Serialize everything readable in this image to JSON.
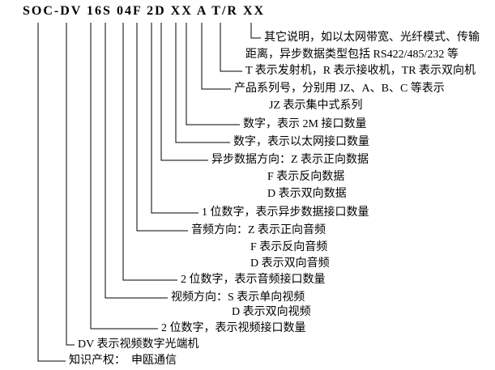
{
  "diagram": {
    "model_code": "SOC-DV 16S 04F 2D XX A T/R XX",
    "line_color": "#000000",
    "background": "#ffffff",
    "annotations": {
      "other_line1": "其它说明，如以太网带宽、光纤模式、传输",
      "other_line2": "距离，异步数据类型包括 RS422/485/232 等",
      "transceiver": "T 表示发射机，R 表示接收机，TR 表示双向机",
      "series": "产品系列号，分别用 JZ、A、B、C 等表示",
      "series_jz": "JZ 表示集中式系列",
      "e1_count": "数字，表示 2M 接口数量",
      "ethernet_count": "数字，表示以太网接口数量",
      "async_direction": "异步数据方向：Z 表示正向数据",
      "async_direction_f": "F 表示反向数据",
      "async_direction_d": "D 表示双向数据",
      "async_count": "1 位数字，表示异步数据接口数量",
      "audio_direction": "音频方向：Z 表示正向音频",
      "audio_direction_f": "F 表示反向音频",
      "audio_direction_d": "D 表示双向音频",
      "audio_count": "2 位数字，表示音频接口数量",
      "video_direction": "视频方向：S 表示单向视频",
      "video_direction_d": "D 表示双向视频",
      "video_count": "2 位数字，表示视频接口数量",
      "dv_meaning": "DV 表示视频数字光端机",
      "ipr": "知识产权：  申瓯通信"
    }
  }
}
